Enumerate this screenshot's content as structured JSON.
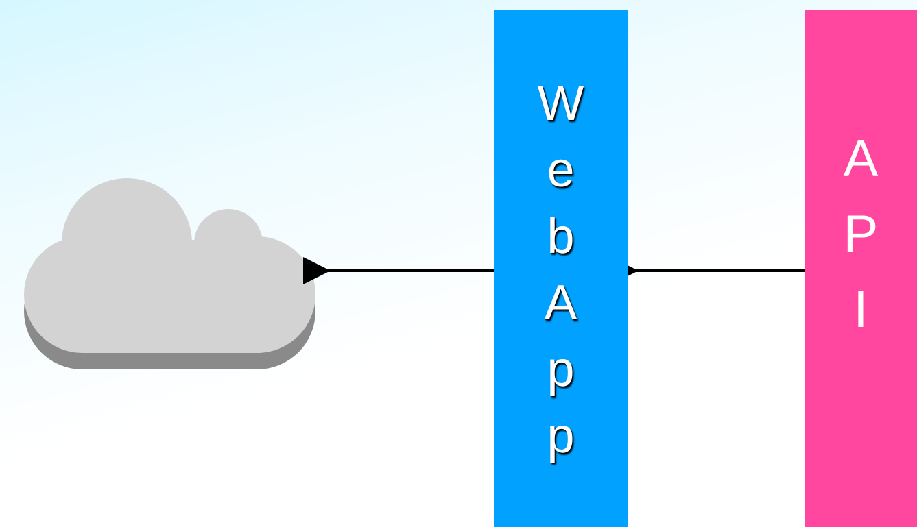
{
  "diagram": {
    "nodes": [
      {
        "id": "cloud",
        "kind": "cloud",
        "label": "",
        "color": "#d3d3d3",
        "shadow_color": "#8a8a8a"
      },
      {
        "id": "webapp",
        "kind": "vertical-bar",
        "label": "WebApp",
        "color": "#00a1ff"
      },
      {
        "id": "api",
        "kind": "vertical-bar",
        "label": "API",
        "color": "#ff479f"
      }
    ],
    "edges": [
      {
        "from": "api",
        "to": "webapp",
        "arrow": "filled"
      },
      {
        "from": "webapp",
        "to": "cloud",
        "arrow": "filled"
      }
    ],
    "colors": {
      "background_top": "#d6f7ff",
      "background_bottom": "#ffffff",
      "arrow": "#000000",
      "label_text": "#ffffff"
    },
    "webapp_letters": [
      "W",
      "e",
      "b",
      "A",
      "p",
      "p"
    ],
    "api_letters": [
      "A",
      "P",
      "I"
    ]
  }
}
